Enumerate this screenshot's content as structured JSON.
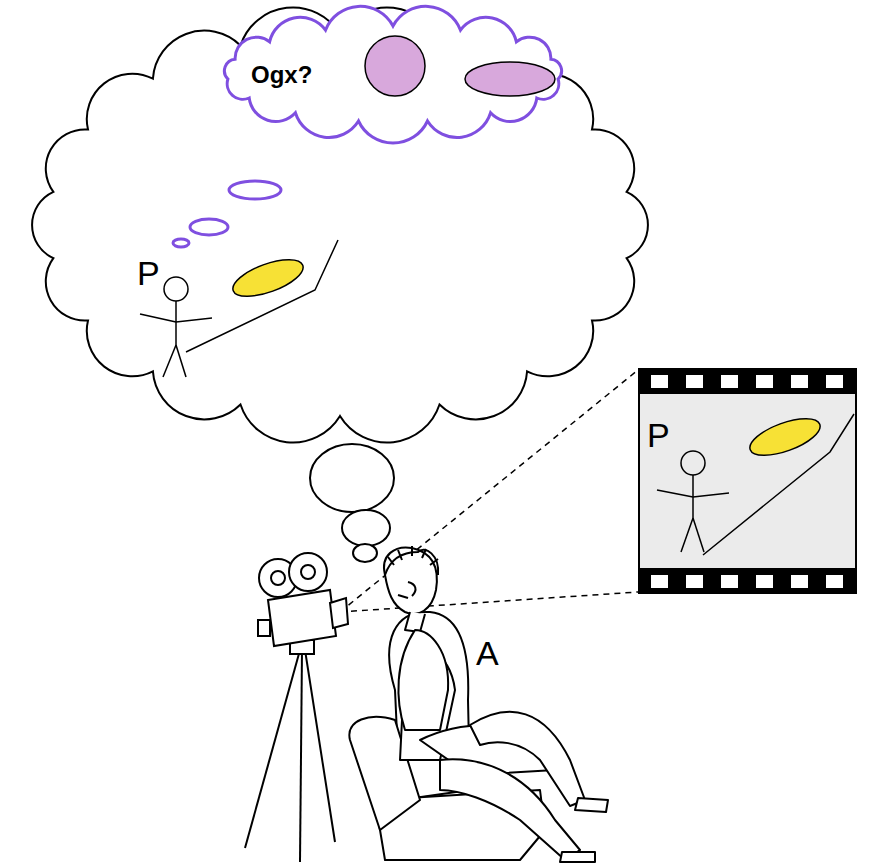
{
  "diagram": {
    "nodes": [
      {
        "text": [
          "P"
        ]
      },
      {
        "text": [
          "Ogx?"
        ],
        "in": 0
      },
      {
        "text": [
          "P"
        ]
      }
    ],
    "labels": [
      "A"
    ]
  }
}
